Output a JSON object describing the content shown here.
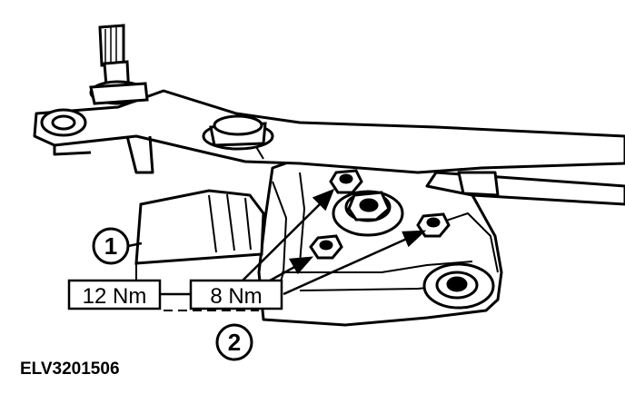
{
  "callouts": [
    {
      "id": "1",
      "label": "1"
    },
    {
      "id": "2",
      "label": "2"
    }
  ],
  "torque_labels": {
    "left": "12 Nm",
    "right": "8 Nm"
  },
  "reference_code": "ELV3201506",
  "colors": {
    "ink": "#000000",
    "paper": "#ffffff"
  }
}
